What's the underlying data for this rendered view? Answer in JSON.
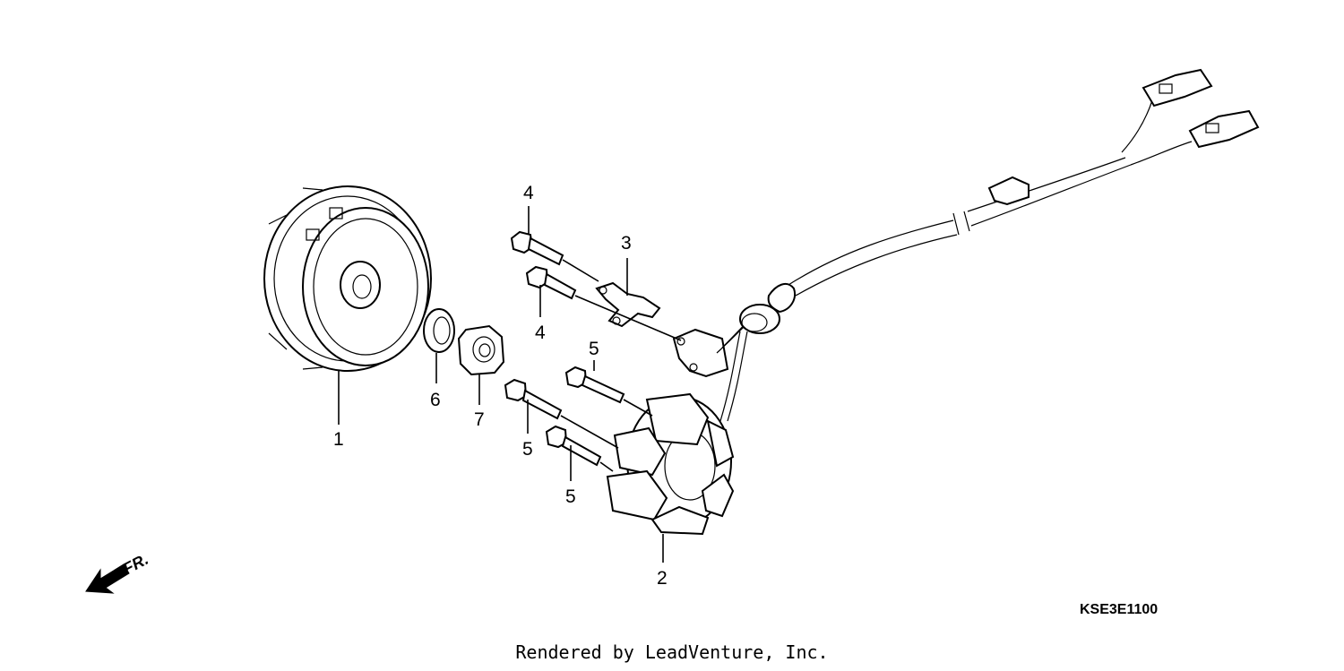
{
  "diagram": {
    "code": "KSE3E1100",
    "direction_label": "FR.",
    "footer": "Rendered by LeadVenture, Inc.",
    "callouts": [
      {
        "id": "flywheel",
        "number": "1"
      },
      {
        "id": "stator",
        "number": "2"
      },
      {
        "id": "wire-clamp",
        "number": "3"
      },
      {
        "id": "bolt-top",
        "number": "4"
      },
      {
        "id": "bolt-lower",
        "number": "4"
      },
      {
        "id": "stator-bolt-a",
        "number": "5"
      },
      {
        "id": "stator-bolt-b",
        "number": "5"
      },
      {
        "id": "stator-bolt-c",
        "number": "5"
      },
      {
        "id": "washer",
        "number": "6"
      },
      {
        "id": "nut",
        "number": "7"
      }
    ]
  }
}
